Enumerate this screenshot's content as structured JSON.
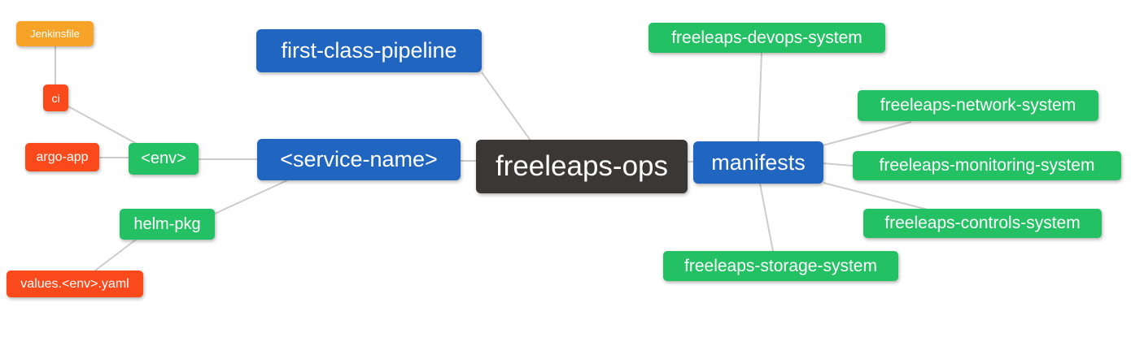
{
  "mindmap": {
    "background_color": "#ffffff",
    "edge_color": "#cccccc",
    "colors": {
      "blue": "#2065bf",
      "green": "#23c163",
      "red": "#fa4a1c",
      "orange": "#f7a328",
      "dark": "#3a3735",
      "text": "#ffffff"
    },
    "nodes": [
      {
        "id": "jenkinsfile",
        "label": "Jenkinsfile",
        "color": "#f7a328"
      },
      {
        "id": "ci",
        "label": "ci",
        "color": "#fa4a1c"
      },
      {
        "id": "argo-app",
        "label": "argo-app",
        "color": "#fa4a1c"
      },
      {
        "id": "env",
        "label": "<env>",
        "color": "#23c163"
      },
      {
        "id": "helm-pkg",
        "label": "helm-pkg",
        "color": "#23c163"
      },
      {
        "id": "values-env-yaml",
        "label": "values.<env>.yaml",
        "color": "#fa4a1c"
      },
      {
        "id": "first-class-pipeline",
        "label": "first-class-pipeline",
        "color": "#2065bf"
      },
      {
        "id": "service-name",
        "label": "<service-name>",
        "color": "#2065bf"
      },
      {
        "id": "freeleaps-ops",
        "label": "freeleaps-ops",
        "color": "#3a3735"
      },
      {
        "id": "manifests",
        "label": "manifests",
        "color": "#2065bf"
      },
      {
        "id": "devops-system",
        "label": "freeleaps-devops-system",
        "color": "#23c163"
      },
      {
        "id": "network-system",
        "label": "freeleaps-network-system",
        "color": "#23c163"
      },
      {
        "id": "monitoring-system",
        "label": "freeleaps-monitoring-system",
        "color": "#23c163"
      },
      {
        "id": "controls-system",
        "label": "freeleaps-controls-system",
        "color": "#23c163"
      },
      {
        "id": "storage-system",
        "label": "freeleaps-storage-system",
        "color": "#23c163"
      }
    ],
    "edges": [
      {
        "from": "jenkinsfile",
        "to": "ci"
      },
      {
        "from": "ci",
        "to": "env"
      },
      {
        "from": "argo-app",
        "to": "env"
      },
      {
        "from": "env",
        "to": "service-name"
      },
      {
        "from": "service-name",
        "to": "helm-pkg"
      },
      {
        "from": "helm-pkg",
        "to": "values-env-yaml"
      },
      {
        "from": "service-name",
        "to": "freeleaps-ops"
      },
      {
        "from": "first-class-pipeline",
        "to": "freeleaps-ops"
      },
      {
        "from": "freeleaps-ops",
        "to": "manifests"
      },
      {
        "from": "manifests",
        "to": "devops-system"
      },
      {
        "from": "manifests",
        "to": "network-system"
      },
      {
        "from": "manifests",
        "to": "monitoring-system"
      },
      {
        "from": "manifests",
        "to": "controls-system"
      },
      {
        "from": "manifests",
        "to": "storage-system"
      }
    ]
  }
}
